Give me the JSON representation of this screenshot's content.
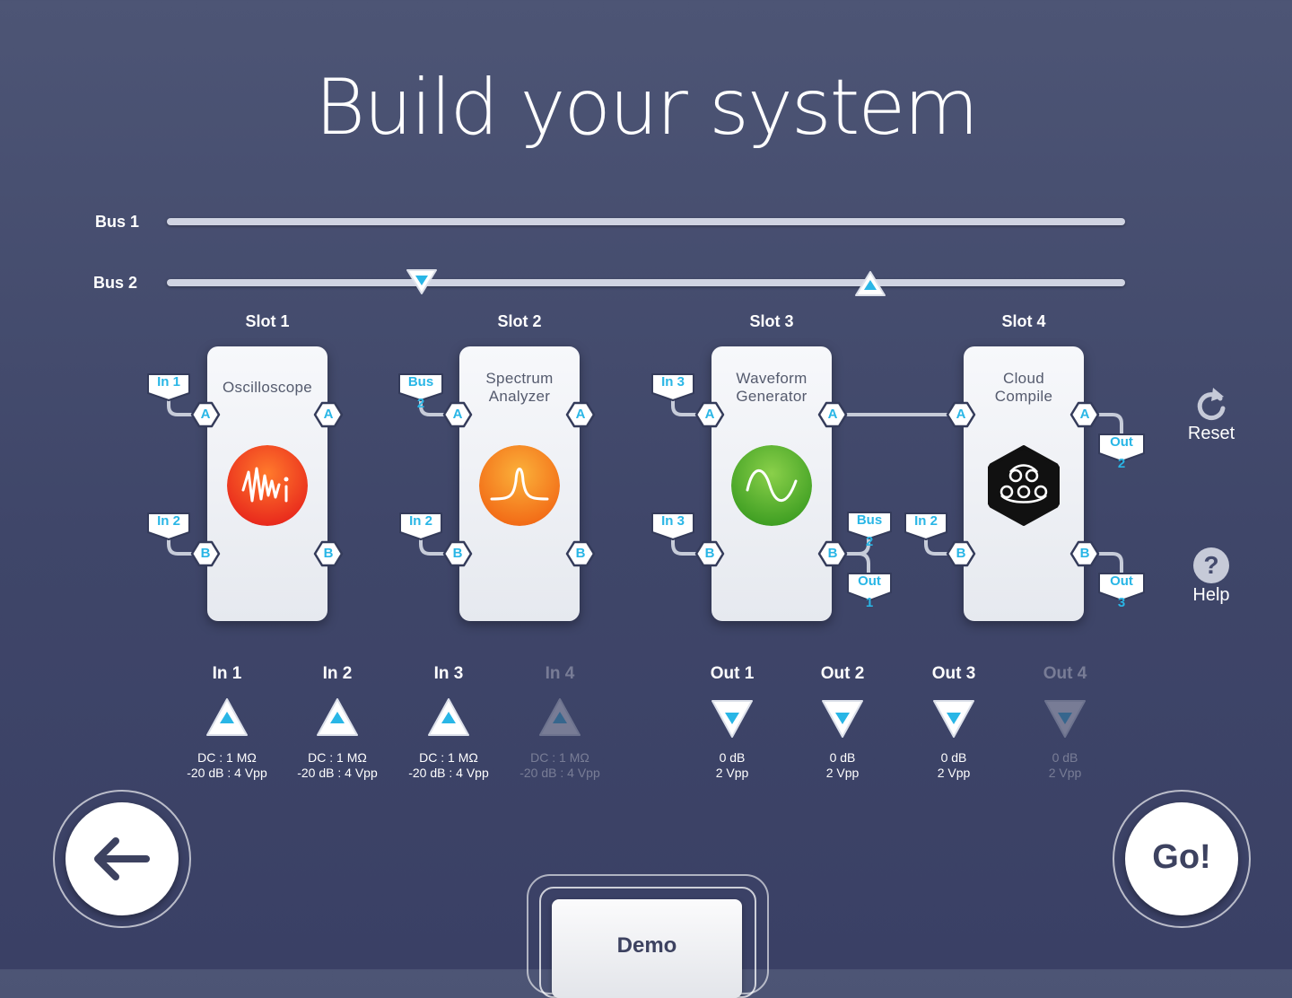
{
  "title": "Build your system",
  "buses": [
    {
      "label": "Bus 1"
    },
    {
      "label": "Bus 2"
    }
  ],
  "slots": [
    {
      "label": "Slot 1",
      "card_lines": [
        "Oscilloscope"
      ],
      "icon": "oscilloscope-icon",
      "icon_color": "#f04a1c",
      "port_a": "A",
      "port_b": "B",
      "out_a": "A",
      "out_b": "B",
      "tag_in_a": "In 1",
      "tag_in_b": "In 2"
    },
    {
      "label": "Slot 2",
      "card_lines": [
        "Spectrum",
        "Analyzer"
      ],
      "icon": "spectrum-peak-icon",
      "icon_color": "#f5841e",
      "port_a": "A",
      "port_b": "B",
      "out_a": "A",
      "out_b": "B",
      "tag_in_a": "Bus 2",
      "tag_in_b": "In 2"
    },
    {
      "label": "Slot 3",
      "card_lines": [
        "Waveform",
        "Generator"
      ],
      "icon": "sine-wave-icon",
      "icon_color": "#5cb731",
      "port_a": "A",
      "port_b": "B",
      "out_a": "A",
      "out_b": "B",
      "tag_in_a": "In 3",
      "tag_in_b": "In 3",
      "tag_out_b_top": "Bus 2",
      "tag_out_b_bottom": "Out 1"
    },
    {
      "label": "Slot 4",
      "card_lines": [
        "Cloud",
        "Compile"
      ],
      "icon": "cloud-compile-icon",
      "icon_color": "#111111",
      "port_a": "A",
      "port_b": "B",
      "out_a": "A",
      "out_b": "B",
      "tag_in_b": "In 2",
      "tag_out_a": "Out 2",
      "tag_out_b": "Out 3"
    }
  ],
  "inputs": [
    {
      "label": "In 1",
      "spec1": "DC : 1 MΩ",
      "spec2": "-20 dB : 4 Vpp",
      "enabled": true
    },
    {
      "label": "In 2",
      "spec1": "DC : 1 MΩ",
      "spec2": "-20 dB : 4 Vpp",
      "enabled": true
    },
    {
      "label": "In 3",
      "spec1": "DC : 1 MΩ",
      "spec2": "-20 dB : 4 Vpp",
      "enabled": true
    },
    {
      "label": "In 4",
      "spec1": "DC : 1 MΩ",
      "spec2": "-20 dB : 4 Vpp",
      "enabled": false
    }
  ],
  "outputs": [
    {
      "label": "Out 1",
      "spec1": "0 dB",
      "spec2": "2 Vpp",
      "enabled": true
    },
    {
      "label": "Out 2",
      "spec1": "0 dB",
      "spec2": "2 Vpp",
      "enabled": true
    },
    {
      "label": "Out 3",
      "spec1": "0 dB",
      "spec2": "2 Vpp",
      "enabled": true
    },
    {
      "label": "Out 4",
      "spec1": "0 dB",
      "spec2": "2 Vpp",
      "enabled": false
    }
  ],
  "side": {
    "reset_label": "Reset",
    "help_label": "Help",
    "help_glyph": "?"
  },
  "buttons": {
    "back_icon": "arrow-left-icon",
    "go_label": "Go!",
    "demo_label": "Demo"
  },
  "colors": {
    "accent": "#29b6e6",
    "background": "#434a6d"
  }
}
